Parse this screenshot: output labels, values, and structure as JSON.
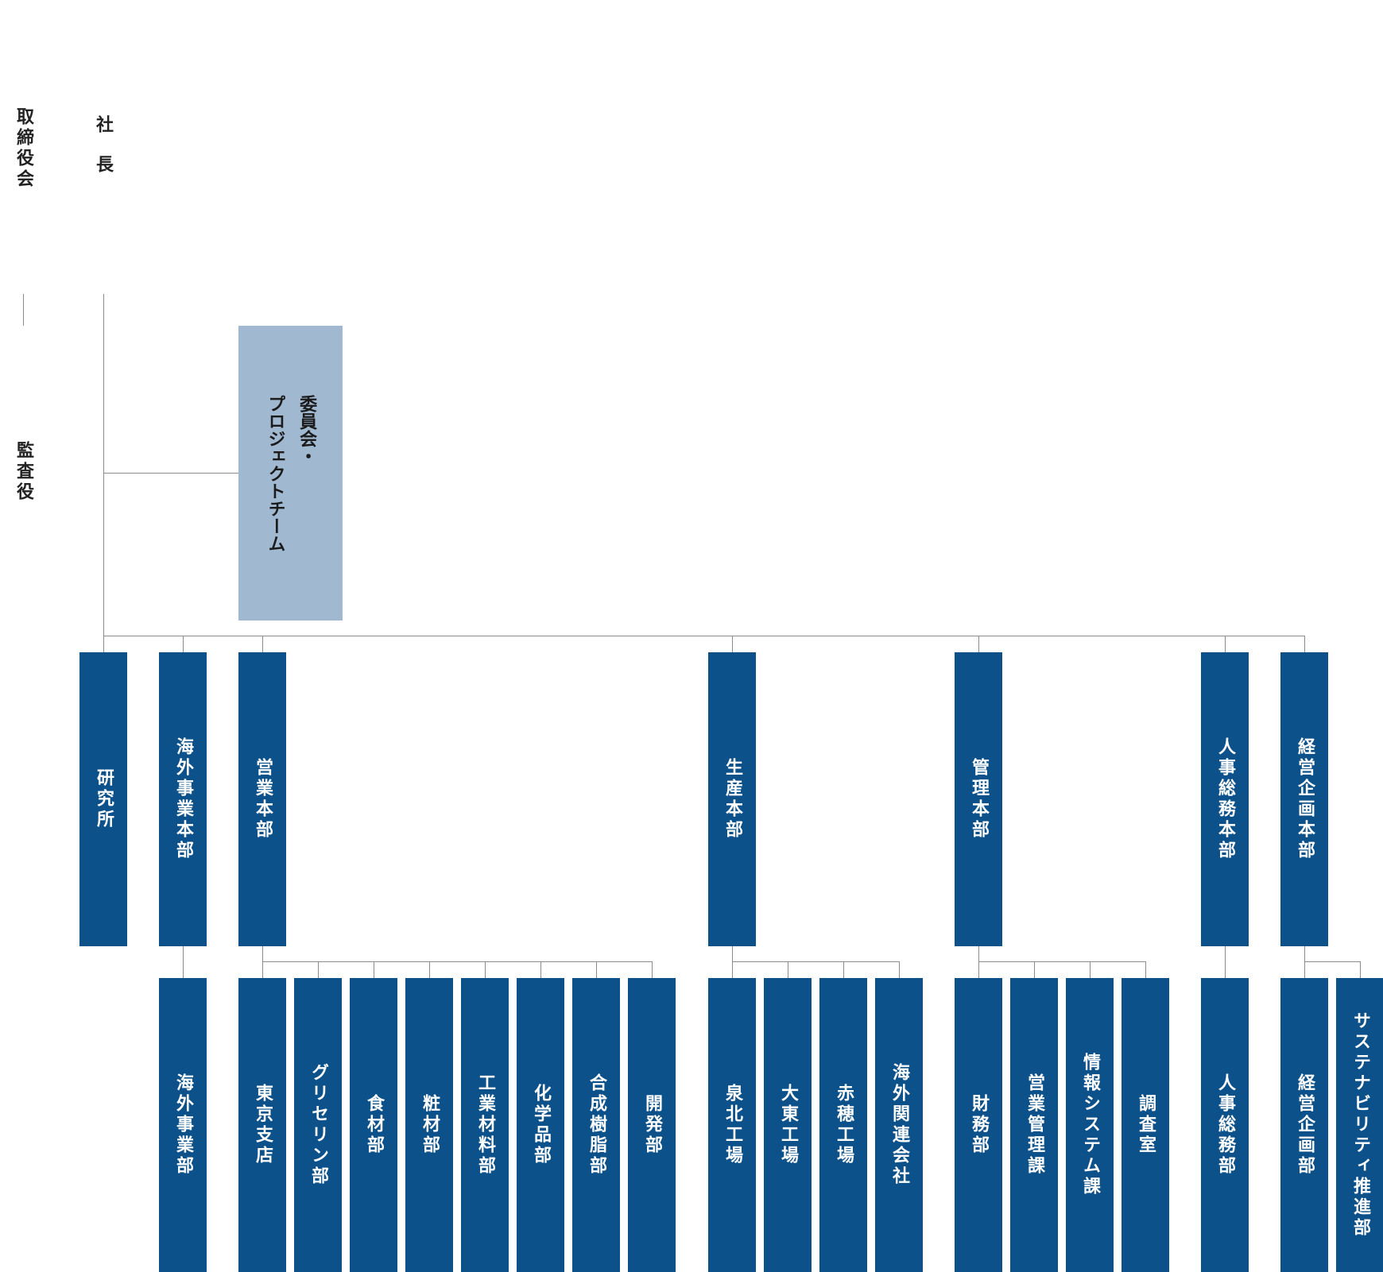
{
  "board": {
    "label": "取締役会"
  },
  "president": {
    "label": "社長"
  },
  "auditor": {
    "label": "監査役"
  },
  "committee": {
    "lines": [
      "委員会・",
      "プロジェクトチーム"
    ]
  },
  "headquarters": [
    {
      "id": "research",
      "label": "研究所",
      "children": []
    },
    {
      "id": "overseas",
      "label": "海外事業本部",
      "children": [
        "海外事業部"
      ]
    },
    {
      "id": "sales",
      "label": "営業本部",
      "children": [
        "東京支店",
        "グリセリン部",
        "食材部",
        "粧材部",
        "工業材料部",
        "化学品部",
        "合成樹脂部",
        "開発部"
      ]
    },
    {
      "id": "production",
      "label": "生産本部",
      "children": [
        "泉北工場",
        "大東工場",
        "赤穂工場",
        "海外関連会社"
      ]
    },
    {
      "id": "admin",
      "label": "管理本部",
      "children": [
        "財務部",
        "営業管理課",
        "情報システム課",
        "調査室"
      ]
    },
    {
      "id": "hr",
      "label": "人事総務本部",
      "children": [
        "人事総務部"
      ]
    },
    {
      "id": "planning",
      "label": "経営企画本部",
      "children": [
        "経営企画部",
        "サステナビリティ推進部"
      ]
    }
  ],
  "colors": {
    "box": "#0c518a",
    "committee": "#a0b9d1",
    "line": "#8c8c8c"
  }
}
